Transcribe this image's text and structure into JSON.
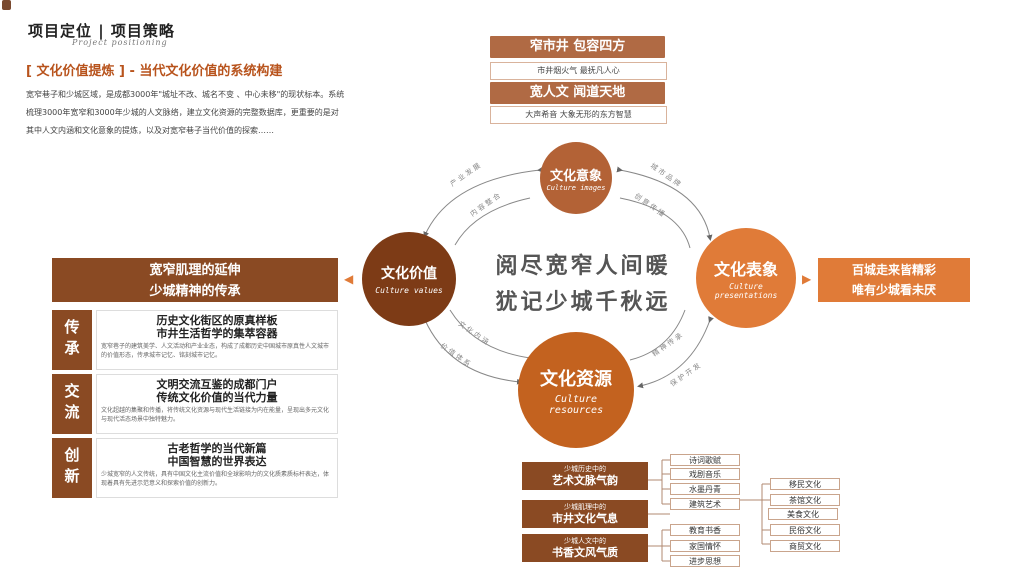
{
  "header": {
    "title": "项目定位 | 项目策略",
    "subtitle": "Project positioning"
  },
  "section": {
    "title": "[ 文化价值提炼 ] - 当代文化价值的系统构建",
    "intro": "宽窄巷子和少城区域，是成都3000年\"城址不改、城名不变 、中心未移\"的现状标本。系统梳理3000年宽窄和3000年少城的人文脉络，建立文化资源的完整数据库，更重要的是对其中人文内涵和文化意象的提炼，以及对宽窄巷子当代价值的探索……"
  },
  "top_boxes": [
    {
      "title": "窄市井 包容四方",
      "caption": "市井烟火气 最抚凡人心"
    },
    {
      "title": "宽人文 闻道天地",
      "caption": "大声希音 大象无形的东方智慧"
    }
  ],
  "circles": {
    "imagery": {
      "title": "文化意象",
      "en": "Culture images"
    },
    "values": {
      "title": "文化价值",
      "en": "Culture values"
    },
    "presentations": {
      "title": "文化表象",
      "en": "Culture presentations"
    },
    "resources": {
      "title": "文化资源",
      "en": "Culture resources"
    }
  },
  "center": {
    "line1": "阅尽宽窄人间暖",
    "line2": "犹记少城千秋远"
  },
  "arc_labels": {
    "top_left_outer": "产 业 发 展",
    "top_left_inner": "内 容 整 合",
    "top_right_outer": "城 市 品 牌",
    "top_right_inner": "创 意 传 播",
    "bottom_left_outer": "价 值 体 系",
    "bottom_left_inner": "文 化 内 涵",
    "bottom_right_outer": "保 护 开 发",
    "bottom_right_inner": "精 神 传 承"
  },
  "left_main": {
    "line1": "宽窄肌理的延伸",
    "line2": "少城精神的传承"
  },
  "right_main": {
    "line1": "百城走来皆精彩",
    "line2": "唯有少城看未厌"
  },
  "panels": [
    {
      "tag": "传承",
      "h1": "历史文化街区的原真样板",
      "h2": "市井生活哲学的集萃容器",
      "text": "宽窄巷子的建筑美学、人文活动和产业业态，构成了成都历史中国城市原真性人文城市的价值形态，传承城市记忆、铭刻城市记忆。"
    },
    {
      "tag": "交流",
      "h1": "文明交流互鉴的成都门户",
      "h2": "传统文化价值的当代力量",
      "text": "文化超越的集聚和传播，将传统文化资源与现代生活链接为内在能量，呈现出多元文化与现代活态场景中独特魅力。"
    },
    {
      "tag": "创新",
      "h1": "古老哲学的当代新篇",
      "h2": "中国智慧的世界表达",
      "text": "少城宽窄的人文传统，具有中国文化主流价值和全球影响力的文化质素质标杆表达，体现着具有先进示范意义和探索价值的创新力。"
    }
  ],
  "tree": {
    "branches": [
      {
        "small": "少城历史中的",
        "big": "艺术文脉气韵"
      },
      {
        "small": "少城肌理中的",
        "big": "市井文化气息"
      },
      {
        "small": "少城人文中的",
        "big": "书香文风气质"
      }
    ],
    "leaves1": [
      "诗词歌赋",
      "戏剧音乐",
      "水墨丹青",
      "建筑艺术"
    ],
    "leaves2": [
      "美食文化"
    ],
    "leaves3": [
      "教育书香",
      "家国情怀",
      "进步思想"
    ],
    "leaves_far": [
      "移民文化",
      "茶馆文化",
      "民俗文化",
      "商贸文化"
    ]
  }
}
